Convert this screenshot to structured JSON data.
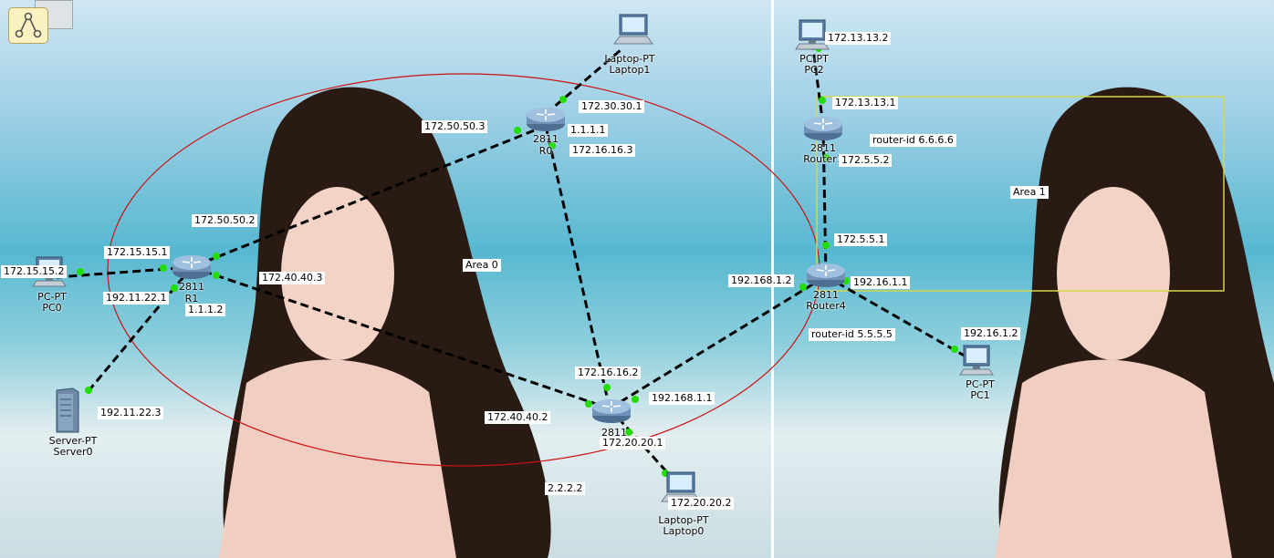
{
  "devices": {
    "r0": {
      "model": "2811",
      "name": "R0"
    },
    "r1": {
      "model": "2811",
      "name": "R1"
    },
    "r2": {
      "model": "2811",
      "name": ""
    },
    "router1": {
      "model": "2811",
      "name": "Router1"
    },
    "router4": {
      "model": "2811",
      "name": "Router4"
    },
    "laptop1": {
      "model": "Laptop-PT",
      "name": "Laptop1"
    },
    "laptop0": {
      "model": "Laptop-PT",
      "name": "Laptop0"
    },
    "pc0": {
      "model": "PC-PT",
      "name": "PC0"
    },
    "pc1": {
      "model": "PC-PT",
      "name": "PC1"
    },
    "pc2": {
      "model": "PC-PT",
      "name": "PC2"
    },
    "server0": {
      "model": "Server-PT",
      "name": "Server0"
    }
  },
  "labels": {
    "r0_laptop1": "172.30.30.1",
    "r0_loopback": "1.1.1.1",
    "r0_down": "172.16.16.3",
    "r0_r1": "172.50.50.3",
    "r1_r0": "172.50.50.2",
    "r1_pc0": "172.15.15.1",
    "pc0_ip": "172.15.15.2",
    "r1_server": "192.11.22.1",
    "r1_loopback": "1.1.1.2",
    "r1_r2": "172.40.40.3",
    "server_ip": "192.11.22.3",
    "area0": "Area 0",
    "r2_up": "172.16.16.2",
    "r2_router4": "192.168.1.1",
    "r2_r1": "172.40.40.2",
    "r2_laptop0": "172.20.20.1",
    "r2_loopback": "2.2.2.2",
    "laptop0_ip": "172.20.20.2",
    "pc2_ip": "172.13.13.2",
    "router1_pc2": "172.13.13.1",
    "router1_id": "router-id 6.6.6.6",
    "router1_down": "172.5.5.2",
    "area1": "Area 1",
    "router4_up": "172.5.5.1",
    "router4_r2": "192.168.1.2",
    "router4_pc1": "192.16.1.1",
    "router4_id": "router-id 5.5.5.5",
    "pc1_ip": "192.16.1.2"
  },
  "colors": {
    "link": "#000000",
    "port_up": "#22dd00",
    "area0_ellipse": "#cc1111",
    "area1_box": "#d4d84a",
    "router_body": "#6f93b8"
  },
  "icons": {
    "toolbar": "topology-icon"
  }
}
